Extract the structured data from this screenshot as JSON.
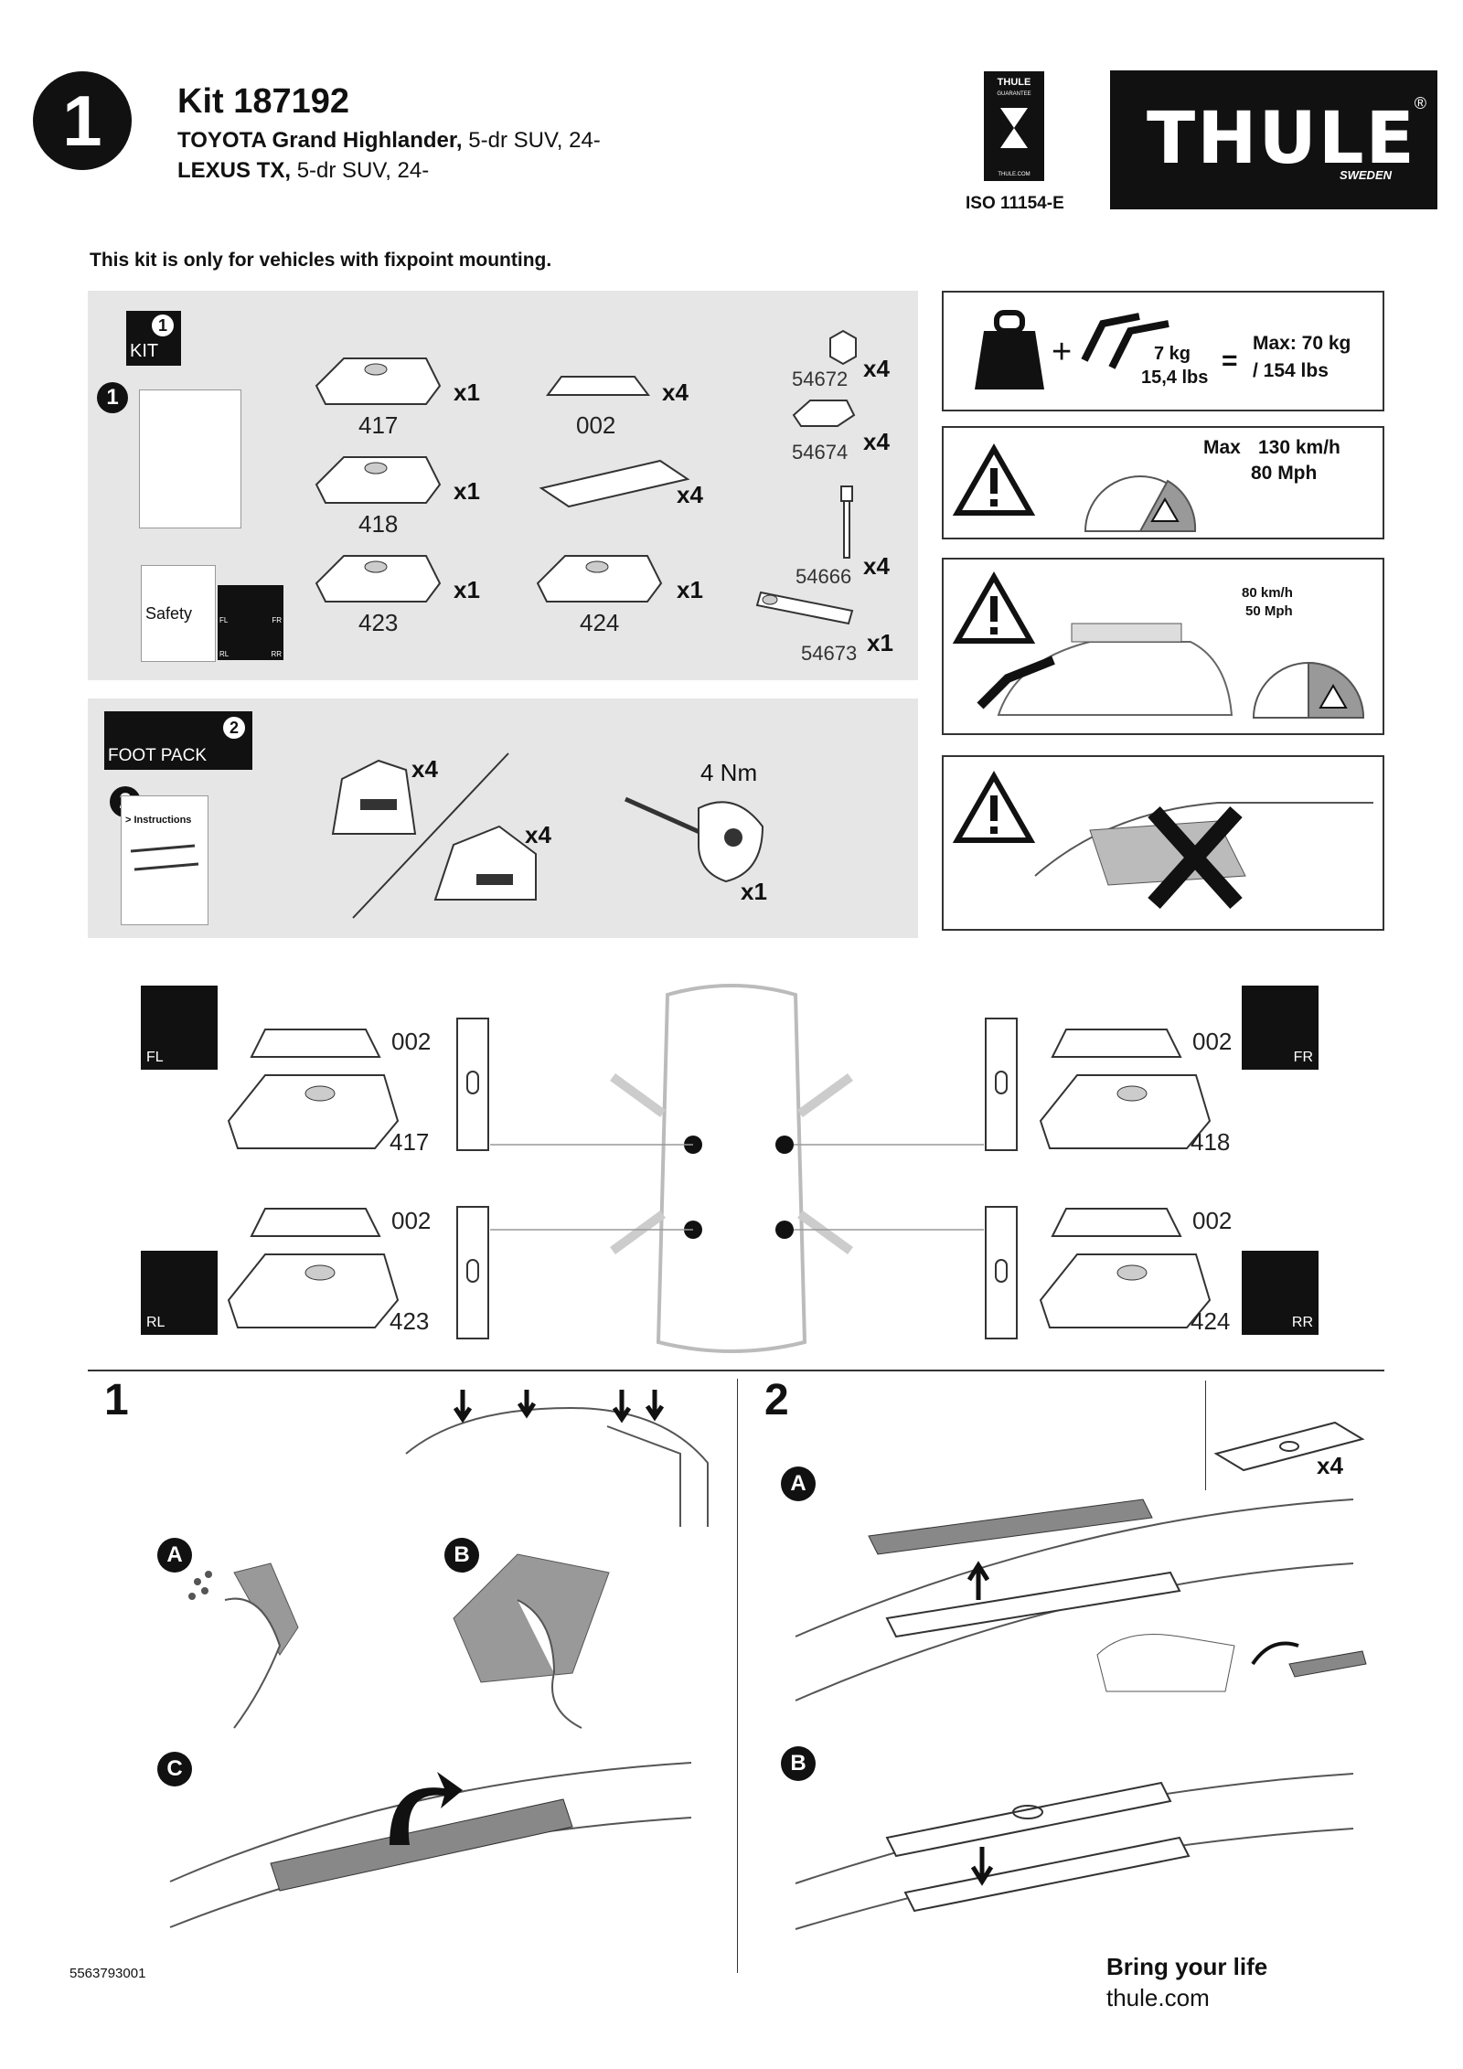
{
  "header": {
    "step_number": "1",
    "kit_title": "Kit 187192",
    "vehicle1_model": "TOYOTA Grand Highlander,",
    "vehicle1_desc": " 5-dr SUV, 24-",
    "vehicle2_model": "LEXUS TX,",
    "vehicle2_desc": " 5-dr SUV, 24-",
    "guarantee_brand": "THULE",
    "guarantee_label": "GUARANTEE",
    "guarantee_url": "THULE.COM",
    "iso": "ISO 11154-E",
    "logo_text": "THULE",
    "logo_sub": "SWEDEN",
    "logo_reg": "®"
  },
  "notice": "This kit is only for vehicles with fixpoint mounting.",
  "kit_box": {
    "number": "1",
    "label": "KIT",
    "safety": "Safety",
    "mini_labels": [
      "FL",
      "FR",
      "RL",
      "RR"
    ],
    "parts": [
      {
        "code": "417",
        "qty": "x1"
      },
      {
        "code": "418",
        "qty": "x1"
      },
      {
        "code": "423",
        "qty": "x1"
      },
      {
        "code": "002",
        "qty": "x4"
      },
      {
        "code": "",
        "qty": "x4"
      },
      {
        "code": "424",
        "qty": "x1"
      },
      {
        "code": "54672",
        "qty": "x4"
      },
      {
        "code": "54674",
        "qty": "x4"
      },
      {
        "code": "54666",
        "qty": "x4"
      },
      {
        "code": "54673",
        "qty": "x1"
      }
    ]
  },
  "foot_pack": {
    "number": "2",
    "label": "FOOT PACK",
    "instructions": "> Instructions",
    "foot_qty_1": "x4",
    "foot_qty_2": "x4",
    "torque": "4 Nm",
    "tool_qty": "x1"
  },
  "load": {
    "weight": "7 kg",
    "weight_lbs": "15,4 lbs",
    "equals": "=",
    "max1": "Max: 70 kg",
    "max2": "/ 154 lbs",
    "plus": "+"
  },
  "speed1": {
    "label": "Max",
    "kmh": "130 km/h",
    "mph": "80 Mph"
  },
  "speed2": {
    "kmh": "80 km/h",
    "mph": "50 Mph"
  },
  "positions": [
    {
      "corner": "FL",
      "clamp": "002",
      "pad": "417"
    },
    {
      "corner": "FR",
      "clamp": "002",
      "pad": "418"
    },
    {
      "corner": "RL",
      "clamp": "002",
      "pad": "423"
    },
    {
      "corner": "RR",
      "clamp": "002",
      "pad": "424"
    }
  ],
  "step1": {
    "number": "1",
    "a": "A",
    "b": "B",
    "c": "C"
  },
  "step2": {
    "number": "2",
    "qty": "x4",
    "a": "A",
    "b": "B"
  },
  "footer": {
    "code": "5563793001",
    "tagline": "Bring your life",
    "site": "thule.com"
  },
  "colors": {
    "panel": "#e6e6e6",
    "black": "#111111",
    "grey": "#888888"
  }
}
